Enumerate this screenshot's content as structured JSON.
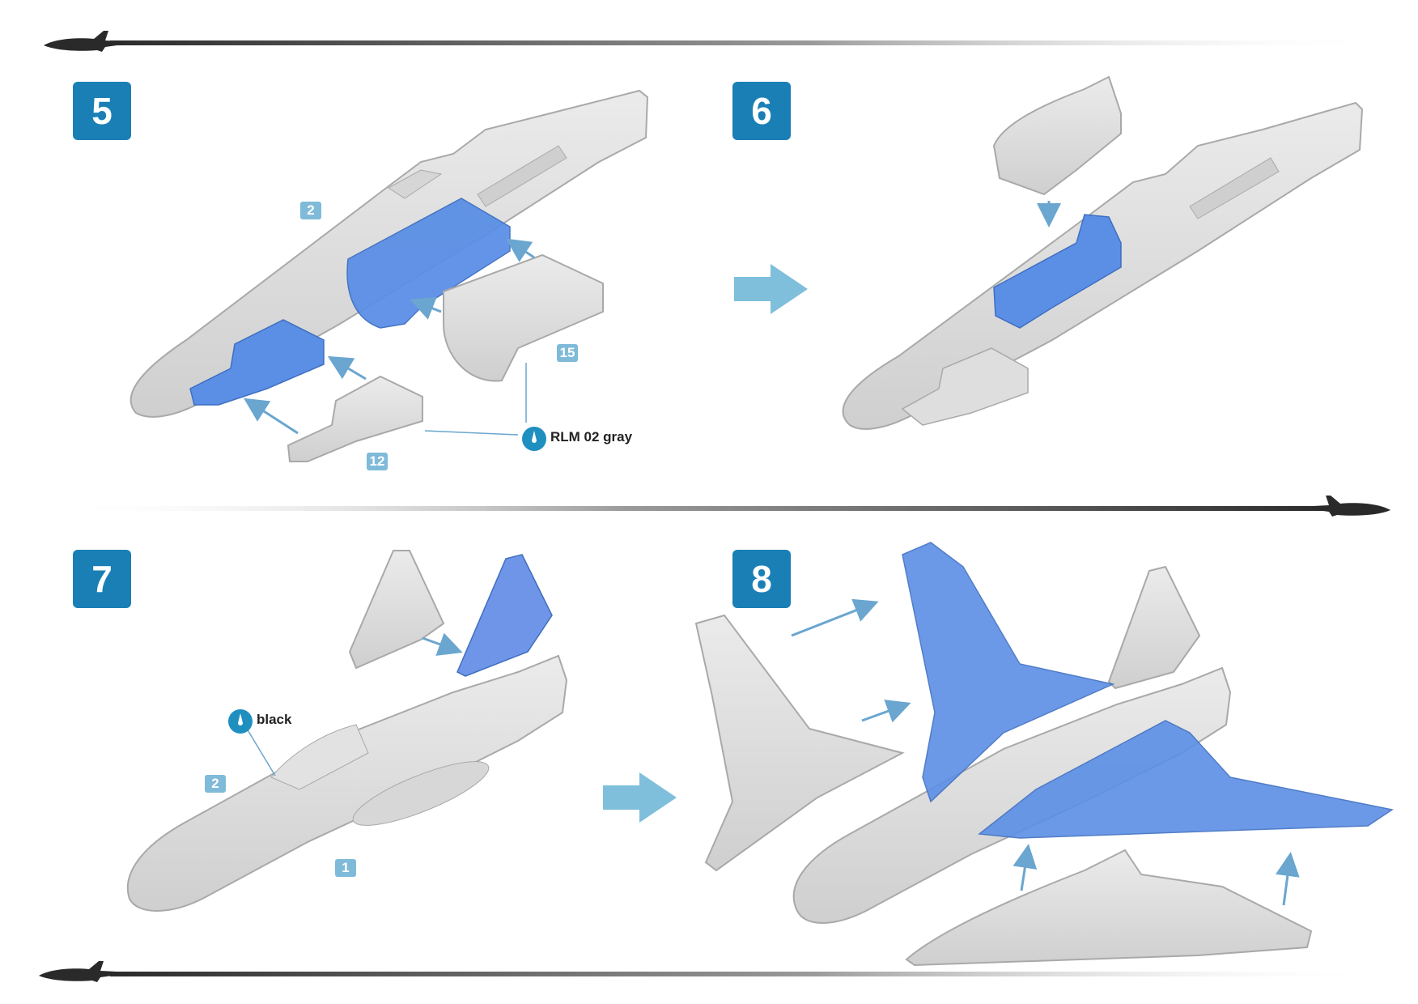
{
  "colors": {
    "accent": "#1a7fb5",
    "part_label": "#7fbad9",
    "highlight": "#5b8fe6",
    "part_gray": "#dcdcdc",
    "part_edge": "#a9a9a9",
    "arrow": "#6aa6cf",
    "big_arrow": "#7fbfdc"
  },
  "icons": [
    "aircraft-silhouette-icon",
    "paint-drop-icon",
    "assembly-arrow-icon",
    "next-step-arrow-icon"
  ],
  "steps": [
    {
      "number": "5",
      "part_labels": [
        "2",
        "15",
        "12"
      ],
      "paint": {
        "label": "RLM 02 gray"
      }
    },
    {
      "number": "6"
    },
    {
      "number": "7",
      "part_labels": [
        "2",
        "1"
      ],
      "paint": {
        "label": "black"
      }
    },
    {
      "number": "8"
    }
  ]
}
